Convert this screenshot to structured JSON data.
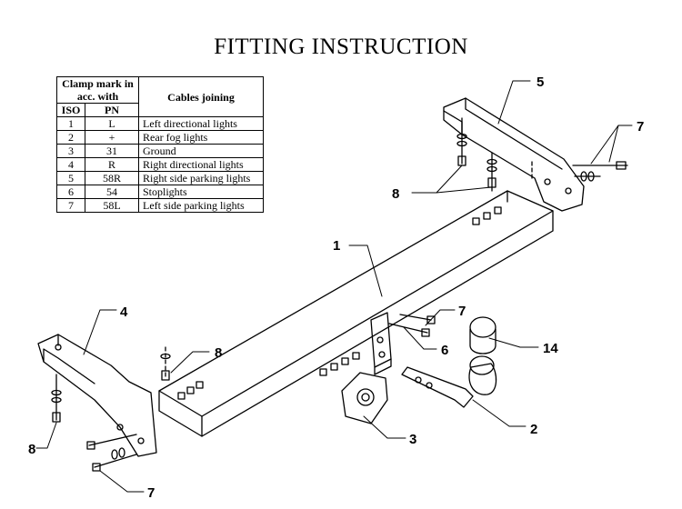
{
  "title": "FITTING INSTRUCTION",
  "table": {
    "header_clamp": "Clamp mark in acc. with",
    "header_cables": "Cables joining",
    "sub_iso": "ISO",
    "sub_pn": "PN",
    "rows": [
      {
        "iso": "1",
        "pn": "L",
        "cable": "Left directional lights"
      },
      {
        "iso": "2",
        "pn": "+",
        "cable": "Rear fog lights"
      },
      {
        "iso": "3",
        "pn": "31",
        "cable": "Ground"
      },
      {
        "iso": "4",
        "pn": "R",
        "cable": "Right directional lights"
      },
      {
        "iso": "5",
        "pn": "58R",
        "cable": "Right side parking lights"
      },
      {
        "iso": "6",
        "pn": "54",
        "cable": "Stoplights"
      },
      {
        "iso": "7",
        "pn": "58L",
        "cable": "Left side parking lights"
      }
    ]
  },
  "part_labels": {
    "p1": "1",
    "p2": "2",
    "p3": "3",
    "p4": "4",
    "p5": "5",
    "p6": "6",
    "p7_top": "7",
    "p7_mid": "7",
    "p7_bottom": "7",
    "p8_top": "8",
    "p8_left_mid": "8",
    "p8_left_bottom": "8",
    "p14": "14"
  }
}
